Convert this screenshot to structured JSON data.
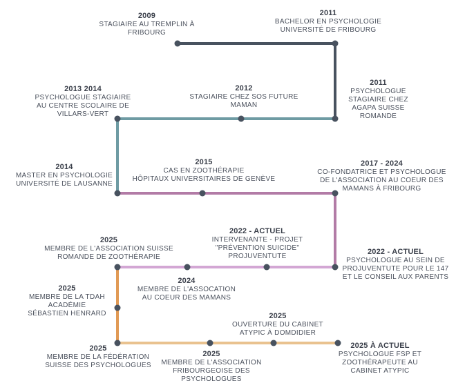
{
  "colors": {
    "segment_1": "#48525f",
    "segment_2": "#6e9ba3",
    "segment_3": "#b27ba6",
    "segment_4": "#d3a7d4",
    "segment_5": "#e19a55",
    "segment_6": "#e9c28f"
  },
  "events": [
    {
      "year": "2009",
      "text": "STAGIAIRE AU TREMPLIN À\nFRIBOURG"
    },
    {
      "year": "2011",
      "text": "BACHELOR EN PSYCHOLOGIE\nUNIVERSITÉ DE FRIBOURG"
    },
    {
      "year": "2011",
      "text": "PSYCHOLOGUE\nSTAGIAIRE CHEZ\nAGAPA SUISSE\nROMANDE"
    },
    {
      "year": "2012",
      "text": "STAGIAIRE CHEZ SOS FUTURE\nMAMAN"
    },
    {
      "year": "2013 2014",
      "text": "PSYCHOLOGUE STAGIAIRE\nAU CENTRE SCOLAIRE DE\nVILLARS-VERT"
    },
    {
      "year": "2014",
      "text": "MASTER EN PSYCHOLOGIE\nUNIVERSITÉ DE LAUSANNE"
    },
    {
      "year": "2015",
      "text": "CAS EN ZOOTHÉRAPIE\nHÔPITAUX UNIVERSITAIRES DE GENÈVE"
    },
    {
      "year": "2017 - 2024",
      "text": "CO-FONDATRICE ET PSYCHOLOGUE\nDE L'ASSOCIATION AU COEUR DES\nMAMANS À FRIBOURG"
    },
    {
      "year": "2022 - ACTUEL",
      "text": "PSYCHOLOGUE AU SEIN DE\nPROJUVENTUTE POUR LE 147\nET LE CONSEIL AUX PARENTS"
    },
    {
      "year": "2022 - ACTUEL",
      "text": "INTERVENANTE - PROJET\n\"PRÉVENTION SUICIDE\"\nPROJUVENTUTE"
    },
    {
      "year": "2025",
      "text": "MEMBRE DE L'ASSOCIATION SUISSE\nROMANDE DE ZOOTHÉRAPIE"
    },
    {
      "year": "2024",
      "text": "MEMBRE DE L'ASSOCATION\nAU COEUR DES MAMANS"
    },
    {
      "year": "2025",
      "text": "MEMBRE DE LA TDAH\nACADÉMIE\nSÉBASTIEN HENRARD"
    },
    {
      "year": "2025",
      "text": "OUVERTURE DU CABINET\nATYPIC À DOMDIDIER"
    },
    {
      "year": "2025",
      "text": "MEMBRE DE LA FÉDÉRATION\nSUISSE DES PSYCHOLOGUES"
    },
    {
      "year": "2025",
      "text": "MEMBRE DE L'ASSOCIATION\nFRIBOURGEOISE DES\nPSYCHOLOGUES"
    },
    {
      "year": "2025 À ACTUEL",
      "text": "PSYCHOLOGUE FSP ET\nZOOTHÉRAPEUTE AU\nCABINET ATYPIC"
    }
  ]
}
